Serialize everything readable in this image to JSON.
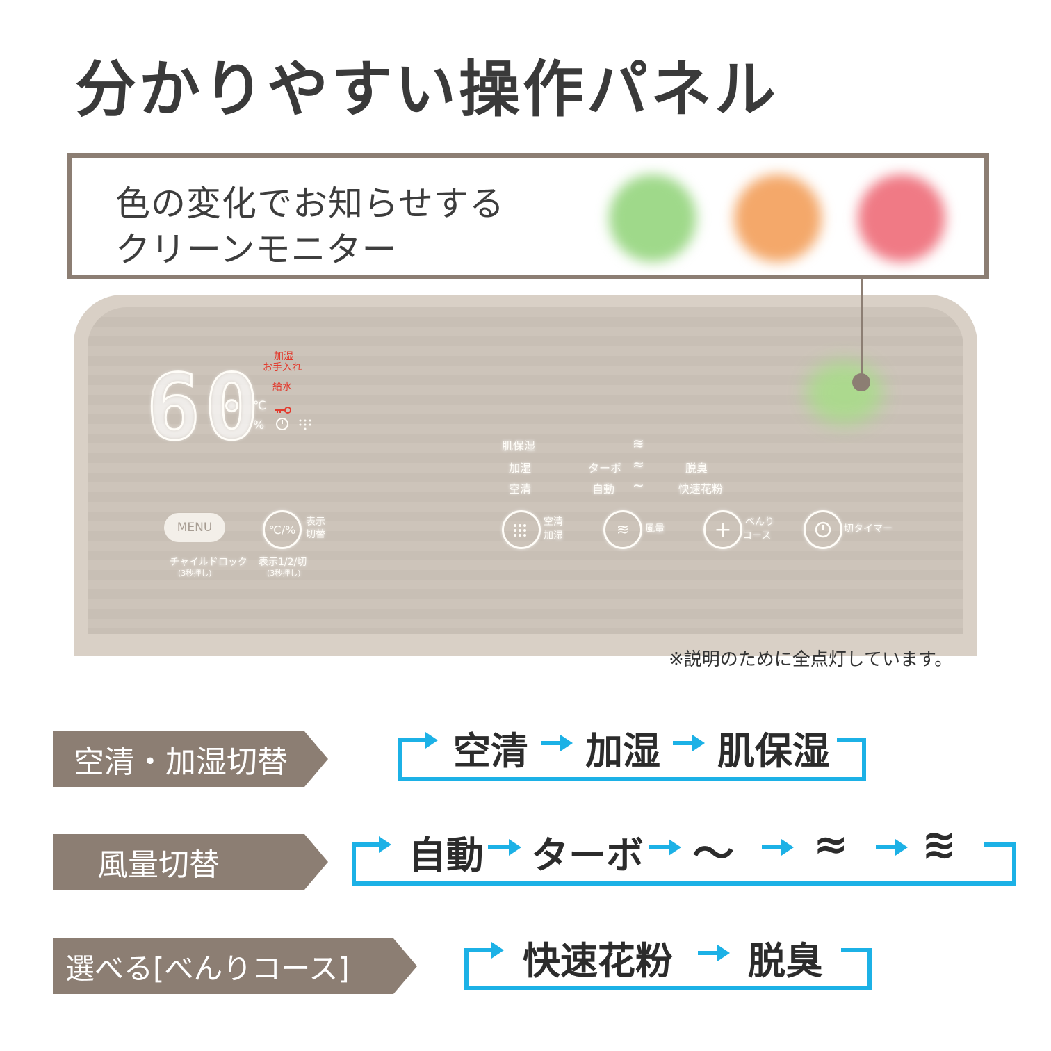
{
  "title": "分かりやすい操作パネル",
  "callout": {
    "line1": "色の変化でお知らせする",
    "line2": "クリーンモニター",
    "colors": [
      "#9fd98a",
      "#f4a86a",
      "#f07a85"
    ]
  },
  "panel": {
    "display_value": "60",
    "unit_c": "℃",
    "unit_pct": "%",
    "status_humidify": "加湿",
    "status_care": "お手入れ",
    "status_water": "給水",
    "mode_skin": "肌保湿",
    "mode_humid": "加湿",
    "mode_air": "空清",
    "fan_turbo": "ターボ",
    "fan_auto": "自動",
    "fan_sym_high": "≋",
    "fan_sym_mid": "≈",
    "fan_sym_low": "∼",
    "course_deodor": "脱臭",
    "course_pollen": "快速花粉",
    "menu_label": "MENU",
    "menu_caption1": "チャイルドロック",
    "menu_caption2": "(3秒押し)",
    "display_btn_icon": "℃/%",
    "display_btn_label1": "表示",
    "display_btn_label2": "切替",
    "display_btn_caption1": "表示1/2/切",
    "display_btn_caption2": "(3秒押し)",
    "btn_mode_label1": "空清",
    "btn_mode_label2": "加湿",
    "btn_fan_label": "風量",
    "btn_course_label1": "べんり",
    "btn_course_label2": "コース",
    "btn_timer_label": "切タイマー"
  },
  "note": "※説明のために全点灯しています。",
  "rows": [
    {
      "tag": "空清・加湿切替",
      "steps": [
        "空清",
        "加湿",
        "肌保湿"
      ]
    },
    {
      "tag": "風量切替",
      "steps": [
        "自動",
        "ターボ",
        "〜",
        "≈",
        "≋"
      ]
    },
    {
      "tag": "選べる[べんりコース]",
      "steps": [
        "快速花粉",
        "脱臭"
      ]
    }
  ]
}
